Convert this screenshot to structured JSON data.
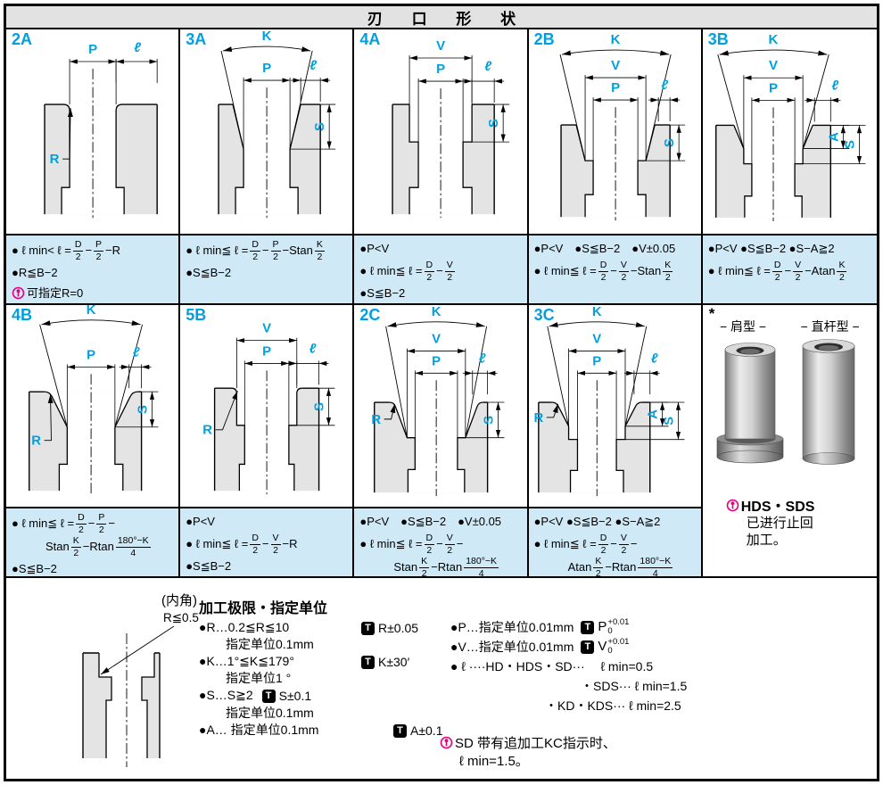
{
  "header": {
    "title": "刃 口 形 状"
  },
  "accent_color": "#00a0e0",
  "formula_bg_color": "#cfe9f7",
  "note_color": "#e5007e",
  "cells": [
    {
      "id": "2A",
      "labels": {
        "P": "P",
        "l": "ℓ",
        "R": "R"
      },
      "formula": [
        {
          "tk": [
            {
              "t": "● ℓ min< ℓ ="
            },
            {
              "f": [
                "D",
                "2"
              ]
            },
            {
              "t": "−"
            },
            {
              "f": [
                "P",
                "2"
              ]
            },
            {
              "t": "−R"
            }
          ]
        },
        {
          "tk": [
            {
              "t": "●R≦B−2"
            }
          ]
        },
        {
          "tk": [
            {
              "n": 1
            },
            {
              "t": "可指定R=0"
            }
          ]
        }
      ]
    },
    {
      "id": "3A",
      "labels": {
        "K": "K",
        "P": "P",
        "l": "ℓ",
        "S": "S"
      },
      "formula": [
        {
          "tk": [
            {
              "t": "● ℓ min≦ ℓ ="
            },
            {
              "f": [
                "D",
                "2"
              ]
            },
            {
              "t": "−"
            },
            {
              "f": [
                "P",
                "2"
              ]
            },
            {
              "t": "−Stan"
            },
            {
              "f": [
                "K",
                "2"
              ]
            }
          ]
        },
        {
          "tk": [
            {
              "t": "●S≦B−2"
            }
          ]
        }
      ]
    },
    {
      "id": "4A",
      "labels": {
        "V": "V",
        "P": "P",
        "l": "ℓ",
        "S": "S"
      },
      "formula": [
        {
          "tk": [
            {
              "t": "●P<V"
            }
          ]
        },
        {
          "tk": [
            {
              "t": "● ℓ min≦ ℓ ="
            },
            {
              "f": [
                "D",
                "2"
              ]
            },
            {
              "t": "−"
            },
            {
              "f": [
                "V",
                "2"
              ]
            }
          ]
        },
        {
          "tk": [
            {
              "t": "●S≦B−2"
            }
          ]
        }
      ]
    },
    {
      "id": "2B",
      "labels": {
        "K": "K",
        "V": "V",
        "P": "P",
        "l": "ℓ",
        "S": "S"
      },
      "formula": [
        {
          "tk": [
            {
              "t": "●P<V　●S≦B−2　●V±0.05"
            }
          ]
        },
        {
          "tk": [
            {
              "t": "● ℓ min≦ ℓ ="
            },
            {
              "f": [
                "D",
                "2"
              ]
            },
            {
              "t": "−"
            },
            {
              "f": [
                "V",
                "2"
              ]
            },
            {
              "t": "−Stan"
            },
            {
              "f": [
                "K",
                "2"
              ]
            }
          ]
        }
      ]
    },
    {
      "id": "3B",
      "labels": {
        "K": "K",
        "V": "V",
        "P": "P",
        "l": "ℓ",
        "A": "A",
        "S": "S"
      },
      "formula": [
        {
          "tk": [
            {
              "t": "●P<V ●S≦B−2 ●S−A≧2"
            }
          ]
        },
        {
          "tk": [
            {
              "t": "● ℓ min≦ ℓ ="
            },
            {
              "f": [
                "D",
                "2"
              ]
            },
            {
              "t": "−"
            },
            {
              "f": [
                "V",
                "2"
              ]
            },
            {
              "t": "−Atan"
            },
            {
              "f": [
                "K",
                "2"
              ]
            }
          ]
        }
      ]
    },
    {
      "id": "4B",
      "labels": {
        "K": "K",
        "P": "P",
        "l": "ℓ",
        "S": "S",
        "R": "R"
      },
      "formula": [
        {
          "tk": [
            {
              "t": "● ℓ min≦ ℓ ="
            },
            {
              "f": [
                "D",
                "2"
              ]
            },
            {
              "t": "−"
            },
            {
              "f": [
                "P",
                "2"
              ]
            },
            {
              "t": "−"
            }
          ]
        },
        {
          "ind": 1,
          "tk": [
            {
              "t": "Stan"
            },
            {
              "f": [
                "K",
                "2"
              ]
            },
            {
              "t": "−Rtan"
            },
            {
              "f": [
                "180°−K",
                "4"
              ]
            }
          ]
        },
        {
          "tk": [
            {
              "t": "●S≦B−2"
            }
          ]
        }
      ]
    },
    {
      "id": "5B",
      "labels": {
        "V": "V",
        "P": "P",
        "l": "ℓ",
        "S": "S",
        "R": "R"
      },
      "formula": [
        {
          "tk": [
            {
              "t": "●P<V"
            }
          ]
        },
        {
          "tk": [
            {
              "t": "● ℓ min≦ ℓ ="
            },
            {
              "f": [
                "D",
                "2"
              ]
            },
            {
              "t": "−"
            },
            {
              "f": [
                "V",
                "2"
              ]
            },
            {
              "t": "−R"
            }
          ]
        },
        {
          "tk": [
            {
              "t": "●S≦B−2"
            }
          ]
        }
      ]
    },
    {
      "id": "2C",
      "labels": {
        "K": "K",
        "V": "V",
        "P": "P",
        "l": "ℓ",
        "S": "S",
        "R": "R"
      },
      "formula": [
        {
          "tk": [
            {
              "t": "●P<V　●S≦B−2　●V±0.05"
            }
          ]
        },
        {
          "tk": [
            {
              "t": "● ℓ min≦ ℓ ="
            },
            {
              "f": [
                "D",
                "2"
              ]
            },
            {
              "t": "−"
            },
            {
              "f": [
                "V",
                "2"
              ]
            },
            {
              "t": "−"
            }
          ]
        },
        {
          "ind": 1,
          "tk": [
            {
              "t": "Stan"
            },
            {
              "f": [
                "K",
                "2"
              ]
            },
            {
              "t": "−Rtan"
            },
            {
              "f": [
                "180°−K",
                "4"
              ]
            }
          ]
        }
      ]
    },
    {
      "id": "3C",
      "labels": {
        "K": "K",
        "V": "V",
        "P": "P",
        "l": "ℓ",
        "A": "A",
        "S": "S",
        "R": "R"
      },
      "formula": [
        {
          "tk": [
            {
              "t": "●P<V ●S≦B−2 ●S−A≧2"
            }
          ]
        },
        {
          "tk": [
            {
              "t": "● ℓ min≦ ℓ ="
            },
            {
              "f": [
                "D",
                "2"
              ]
            },
            {
              "t": "−"
            },
            {
              "f": [
                "V",
                "2"
              ]
            },
            {
              "t": "−"
            }
          ]
        },
        {
          "ind": 1,
          "tk": [
            {
              "t": "Atan"
            },
            {
              "f": [
                "K",
                "2"
              ]
            },
            {
              "t": "−Rtan"
            },
            {
              "f": [
                "180°−K",
                "4"
              ]
            }
          ]
        }
      ]
    }
  ],
  "photo_cell": {
    "asterisk": "*",
    "left_label": "− 肩型 −",
    "right_label": "− 直杆型 −",
    "note_title": "HDS・SDS",
    "note_lines": [
      "已进行止回",
      "加工。"
    ]
  },
  "bottom": {
    "corner_label": "(内角)",
    "corner_value": "R≦0.5",
    "limits_heading": "加工极限・指定单位",
    "col1": [
      {
        "text": "●R…0.2≦R≦10",
        "tol": "R±0.05",
        "bx": 180,
        "sub": "指定单位0.1mm"
      },
      {
        "text": "●K…1°≦K≦179°",
        "tol": "K±30′",
        "bx": 180,
        "sub": "指定单位1 °"
      },
      {
        "text": "●S…S≧2",
        "tol": "S±0.1",
        "inline": true,
        "sub": "指定单位0.1mm"
      },
      {
        "text": "●A… 指定单位0.1mm",
        "tol": "A±0.1",
        "bx": 216
      }
    ],
    "col2": [
      {
        "text": "●P…指定单位0.01mm",
        "stack": {
          "base": "P",
          "top": "+0.01",
          "bot": "0"
        }
      },
      {
        "text": "●V…指定单位0.01mm",
        "stack": {
          "base": "V",
          "top": "+0.01",
          "bot": "0"
        }
      },
      {
        "text": "● ℓ ····HD・HDS・SD···　 ℓ min=0.5"
      },
      {
        "text": "・SDS··· ℓ min=1.5",
        "ind": 146
      },
      {
        "text": "・KD・KDS··· ℓ min=2.5",
        "ind": 106
      }
    ],
    "sd_note": [
      "SD 带有追加工KC指示时、",
      "ℓ min=1.5。"
    ]
  }
}
